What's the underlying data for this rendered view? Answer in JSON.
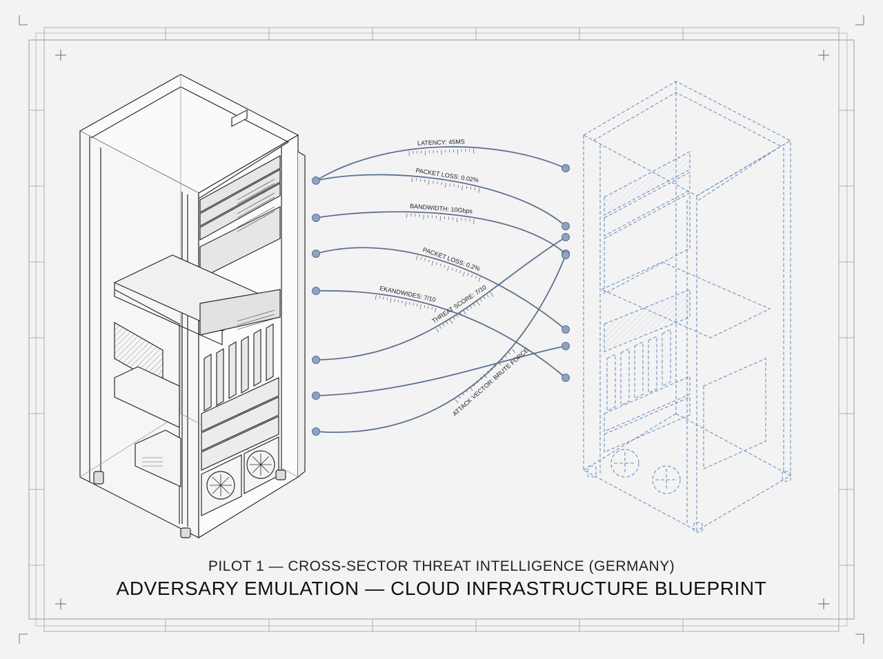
{
  "subtitle": "PILOT 1 — CROSS-SECTOR THREAT INTELLIGENCE (GERMANY)",
  "title": "ADVERSARY EMULATION — CLOUD INFRASTRUCTURE BLUEPRINT",
  "links": [
    {
      "label": "LATENCY: 45MS"
    },
    {
      "label": "PACKET LOSS: 0.02%"
    },
    {
      "label": "BANDWIDTH: 10Gbps"
    },
    {
      "label": "PACKET LOSS: 0.2%"
    },
    {
      "label": "EKANDWIDES: 7/10"
    },
    {
      "label": "THREAT SCORE: 7/10"
    },
    {
      "label": "ATTACK VECTOR: BRUTE FORCE"
    }
  ],
  "colors": {
    "line": "#5b7090",
    "node": "#8fa3c0",
    "rack_left": "#2a2a2a",
    "rack_right": "#6f8fbf",
    "frame": "#9a9a9a"
  }
}
